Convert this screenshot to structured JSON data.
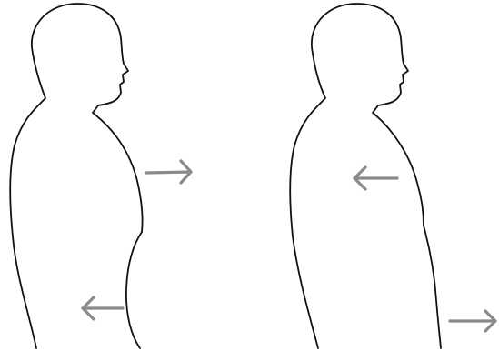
{
  "figures": [
    {
      "name": "silhouette-left",
      "arrows": [
        {
          "name": "chest-arrow",
          "direction": "right"
        },
        {
          "name": "belly-arrow",
          "direction": "left"
        }
      ]
    },
    {
      "name": "silhouette-right",
      "arrows": [
        {
          "name": "chest-arrow",
          "direction": "left"
        },
        {
          "name": "belly-arrow",
          "direction": "right"
        }
      ]
    }
  ],
  "colors": {
    "outline": "#111111",
    "arrow": "#8a8a8a",
    "background": "#ffffff"
  }
}
